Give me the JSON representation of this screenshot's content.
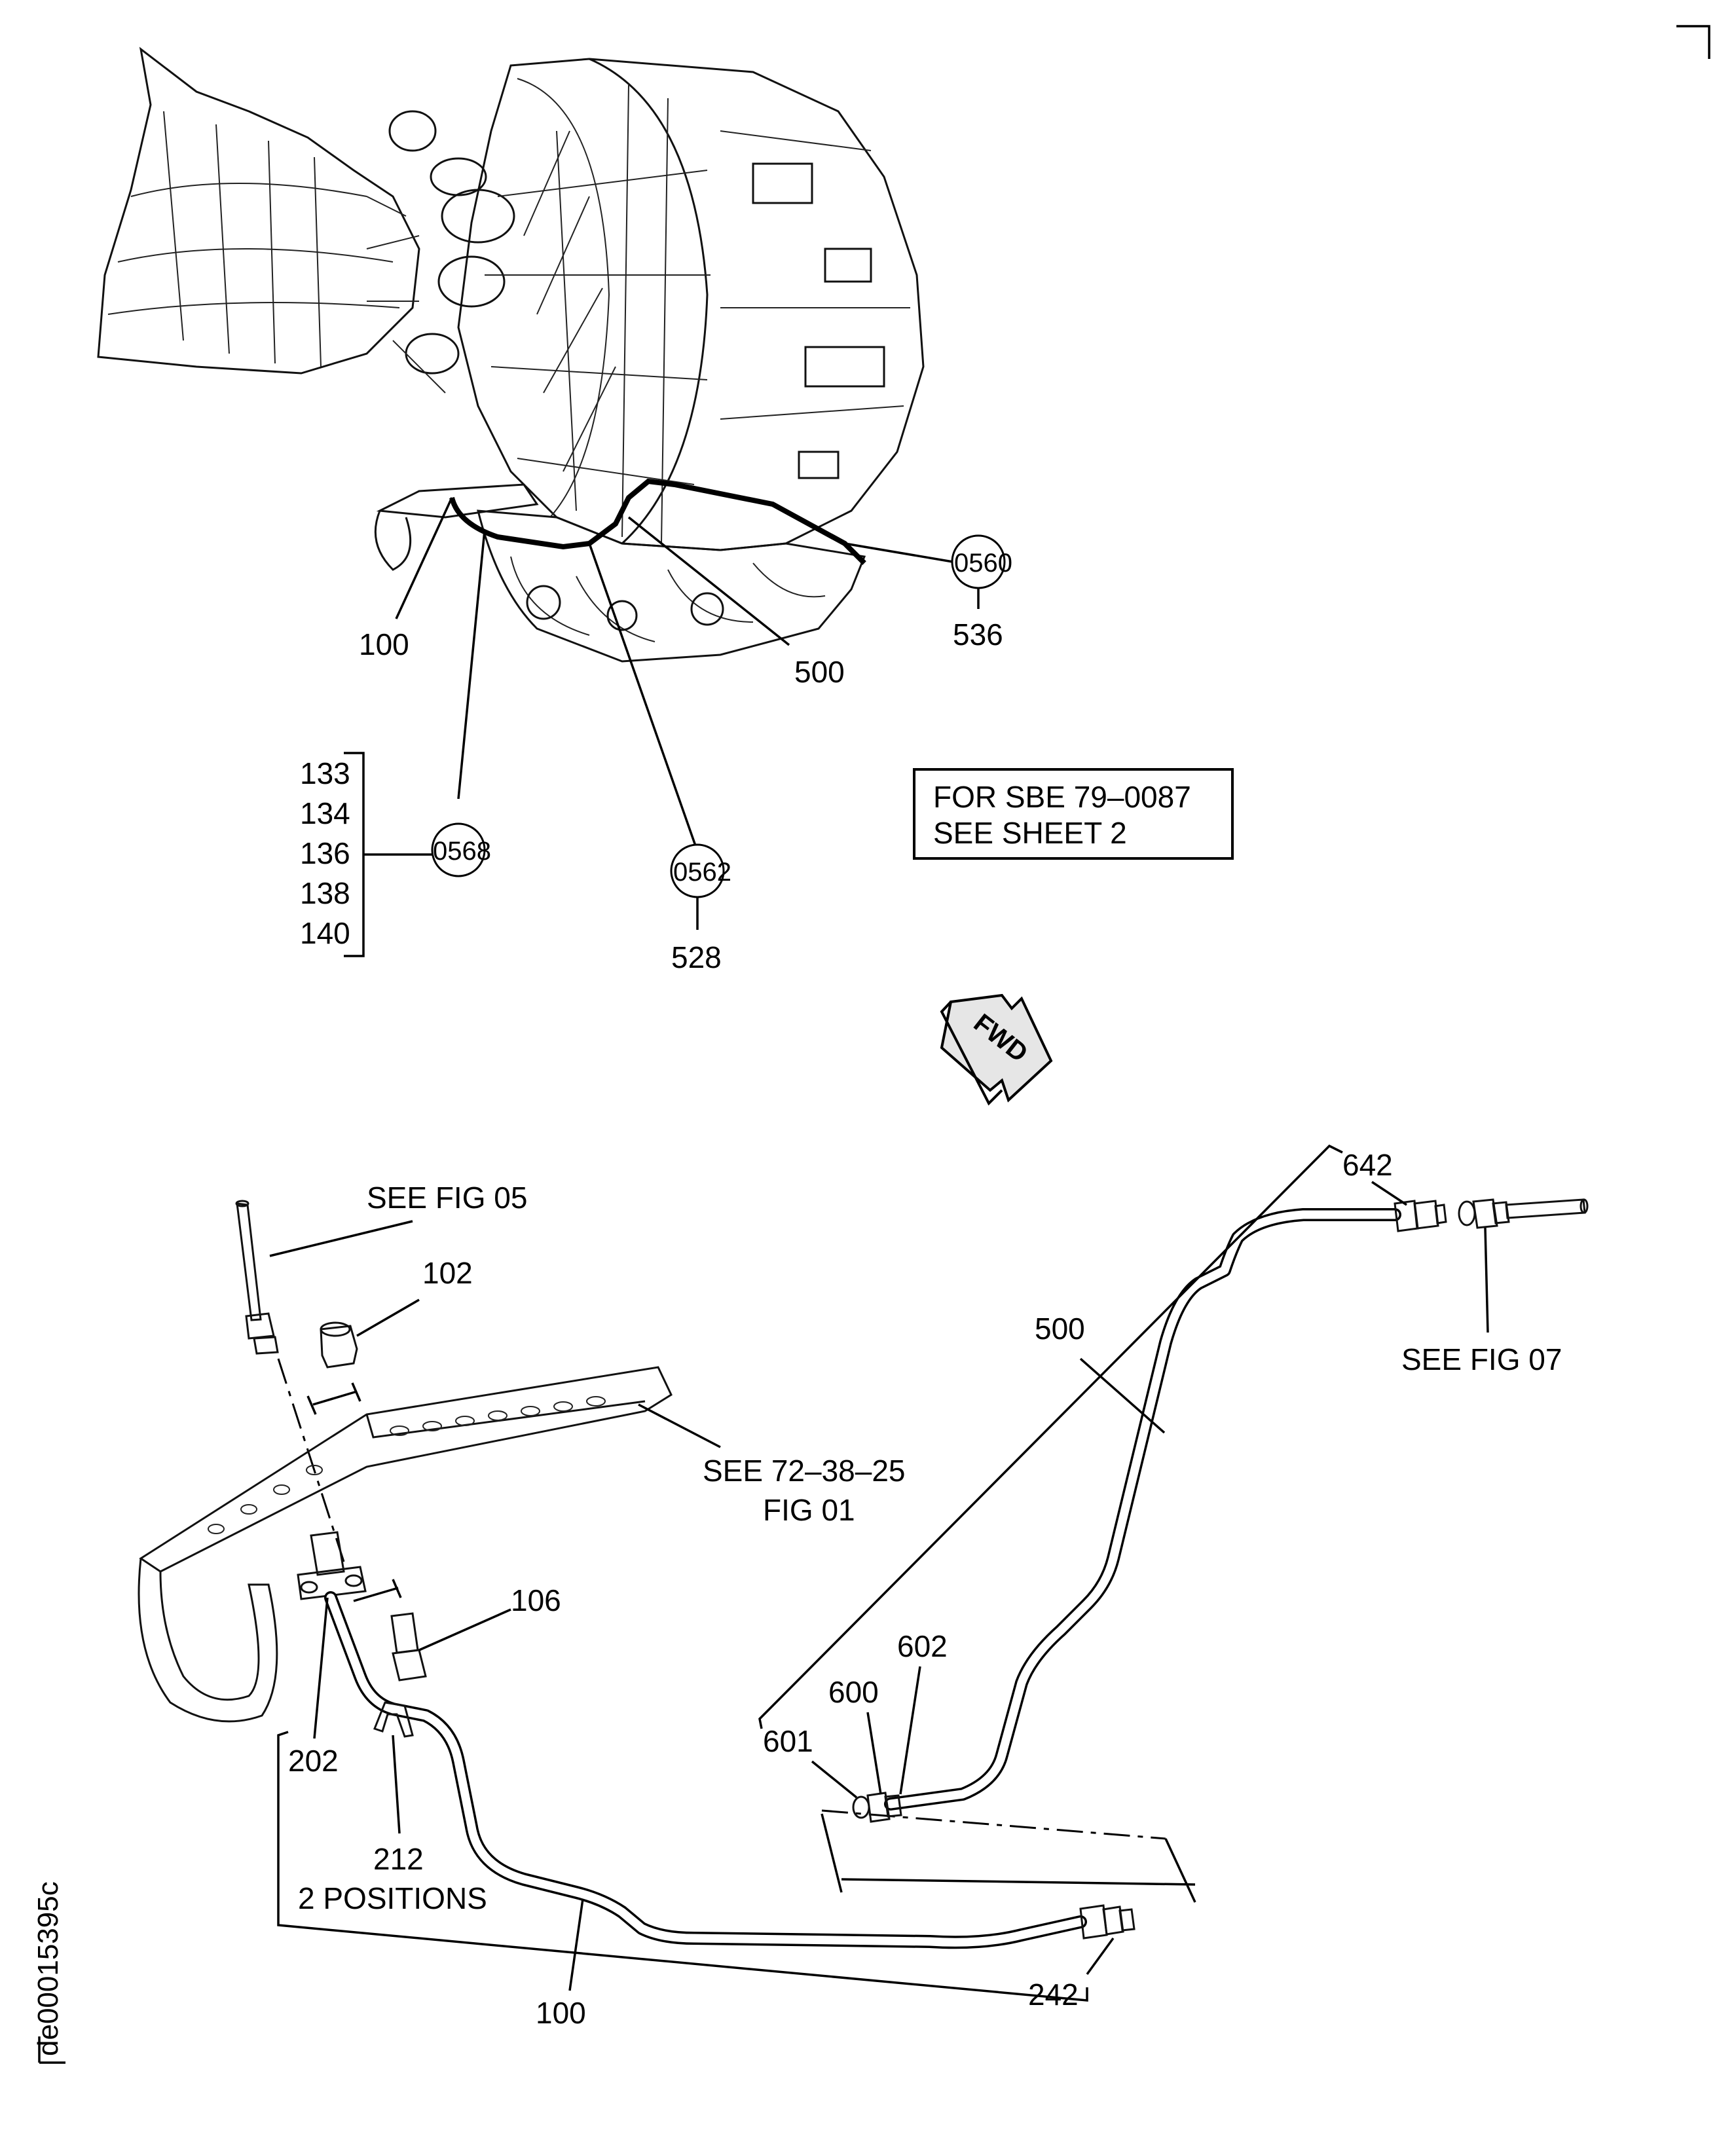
{
  "engine_callouts": {
    "c100": "100",
    "c500": "500",
    "c0560": "0560",
    "c536": "536",
    "c0568": "0568",
    "c0562": "0562",
    "c528": "528",
    "list_0568": [
      "133",
      "134",
      "136",
      "138",
      "140"
    ]
  },
  "note_box": {
    "line1": "FOR SBE 79–0087",
    "line2": "SEE SHEET 2"
  },
  "fwd_arrow": "FWD",
  "detail_callouts": {
    "see_fig_05": "SEE FIG 05",
    "c102": "102",
    "see_72_38_25": "SEE 72–38–25",
    "fig_01": "FIG 01",
    "c106": "106",
    "c202": "202",
    "c212": "212",
    "two_positions": "2 POSITIONS",
    "c100": "100",
    "c242": "242",
    "c500": "500",
    "c642": "642",
    "see_fig_07": "SEE FIG 07",
    "c601": "601",
    "c600": "600",
    "c602": "602"
  },
  "drawing_id": "de00015395c"
}
